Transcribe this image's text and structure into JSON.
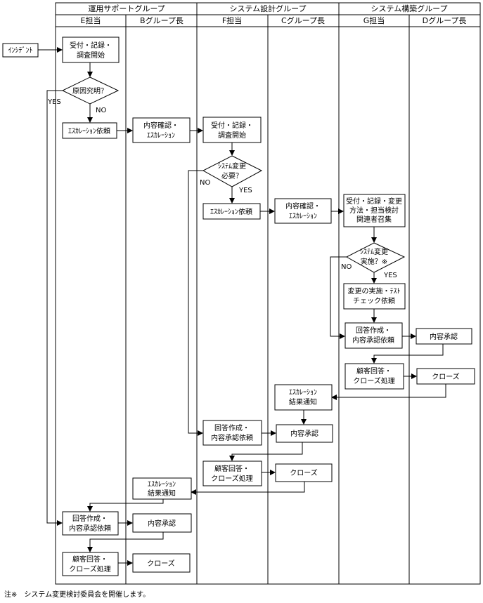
{
  "groups": [
    {
      "label": "運用サポートグループ"
    },
    {
      "label": "システム設計グループ"
    },
    {
      "label": "システム構築グループ"
    }
  ],
  "roles": [
    {
      "label": "E担当"
    },
    {
      "label": "Bグループ長"
    },
    {
      "label": "F担当"
    },
    {
      "label": "Cグループ長"
    },
    {
      "label": "G担当"
    },
    {
      "label": "Dグループ長"
    }
  ],
  "incident": {
    "label": "ｲﾝｼﾃﾞﾝﾄ"
  },
  "e_receive": {
    "line1": "受付・記録・",
    "line2": "調査開始"
  },
  "e_cause": {
    "label": "原因究明？"
  },
  "e_yes": "YES",
  "e_no": "NO",
  "e_escalate": {
    "label": "ｴｽｶﾚｰｼｮﾝ依頼"
  },
  "b_confirm": {
    "line1": "内容確認・",
    "line2": "ｴｽｶﾚｰｼｮﾝ"
  },
  "f_receive": {
    "line1": "受付・記録・",
    "line2": "調査開始"
  },
  "f_sysdiamond": {
    "line1": "ｼｽﾃﾑ変更",
    "line2": "必要？"
  },
  "f_no": "NO",
  "f_yes": "YES",
  "f_escalate": {
    "label": "ｴｽｶﾚｰｼｮﾝ依頼"
  },
  "c_confirm": {
    "line1": "内容確認・",
    "line2": "ｴｽｶﾚｰｼｮﾝ"
  },
  "g_receive": {
    "line1": "受付・記録・変更",
    "line2": "方法・担当検討",
    "line3": "関連者召集"
  },
  "g_diamond": {
    "line1": "ｼｽﾃﾑ変更",
    "line2": "実施？※"
  },
  "g_no": "NO",
  "g_yes": "YES",
  "g_change": {
    "line1": "変更の実施・ﾃｽﾄ",
    "line2": "チェック依頼"
  },
  "g_answer": {
    "line1": "回答作成・",
    "line2": "内容承認依頼"
  },
  "d_approve": {
    "label": "内容承認"
  },
  "g_reply": {
    "line1": "顧客回答・",
    "line2": "クローズ処理"
  },
  "d_close": {
    "label": "クローズ"
  },
  "c_notify": {
    "line1": "ｴｽｶﾚｰｼｮﾝ",
    "line2": "結果通知"
  },
  "f_answer": {
    "line1": "回答作成・",
    "line2": "内容承認依頼"
  },
  "c_approve": {
    "label": "内容承認"
  },
  "f_reply": {
    "line1": "顧客回答・",
    "line2": "クローズ処理"
  },
  "c_close": {
    "label": "クローズ"
  },
  "b_notify": {
    "line1": "ｴｽｶﾚｰｼｮﾝ",
    "line2": "結果通知"
  },
  "e_answer": {
    "line1": "回答作成・",
    "line2": "内容承認依頼"
  },
  "b_approve": {
    "label": "内容承認"
  },
  "e_reply": {
    "line1": "顧客回答・",
    "line2": "クローズ処理"
  },
  "b_close": {
    "label": "クローズ"
  },
  "note": "注※　システム変更検討委員会を開催します。"
}
